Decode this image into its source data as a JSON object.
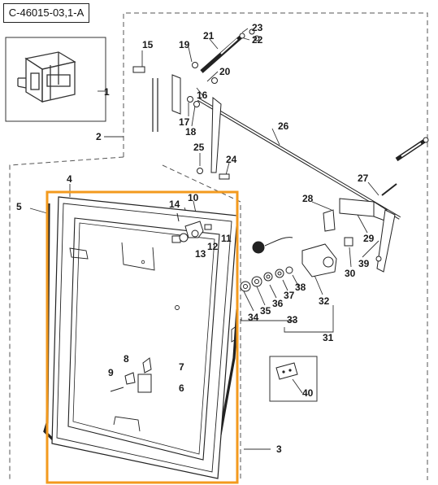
{
  "figure_id": "C-46015-03,1-A",
  "highlight_color": "#f39a1e",
  "callouts": {
    "c1": "1",
    "c2": "2",
    "c3": "3",
    "c4": "4",
    "c5": "5",
    "c6": "6",
    "c7": "7",
    "c8": "8",
    "c9": "9",
    "c10": "10",
    "c11": "11",
    "c12": "12",
    "c13": "13",
    "c14": "14",
    "c15": "15",
    "c16": "16",
    "c17": "17",
    "c18": "18",
    "c19": "19",
    "c20": "20",
    "c21": "21",
    "c22": "22",
    "c23": "23",
    "c24": "24",
    "c25": "25",
    "c26": "26",
    "c27": "27",
    "c28": "28",
    "c29": "29",
    "c30": "30",
    "c31": "31",
    "c32": "32",
    "c33": "33",
    "c34": "34",
    "c35": "35",
    "c36": "36",
    "c37": "37",
    "c38": "38",
    "c39": "39",
    "c40": "40"
  }
}
